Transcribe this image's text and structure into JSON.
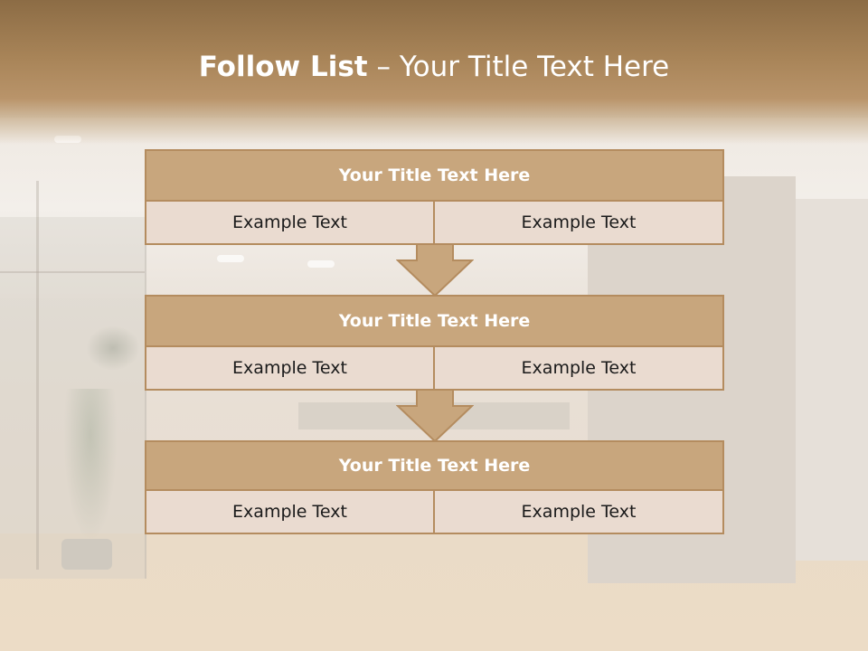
{
  "slide": {
    "title_bold": "Follow List",
    "title_sep": " – ",
    "title_rest": "Your Title Text Here"
  },
  "colors": {
    "header_top": "#8c6c45",
    "box_title_fill": "#c8a67d",
    "box_cell_fill": "#eadbd0",
    "border": "#b48c5f",
    "arrow_fill": "#c8a67d"
  },
  "steps": [
    {
      "title": "Your Title Text Here",
      "left": "Example Text",
      "right": "Example Text"
    },
    {
      "title": "Your Title Text Here",
      "left": "Example Text",
      "right": "Example Text"
    },
    {
      "title": "Your Title Text Here",
      "left": "Example Text",
      "right": "Example Text"
    }
  ],
  "connectors": [
    "down-arrow-icon",
    "down-arrow-icon"
  ]
}
